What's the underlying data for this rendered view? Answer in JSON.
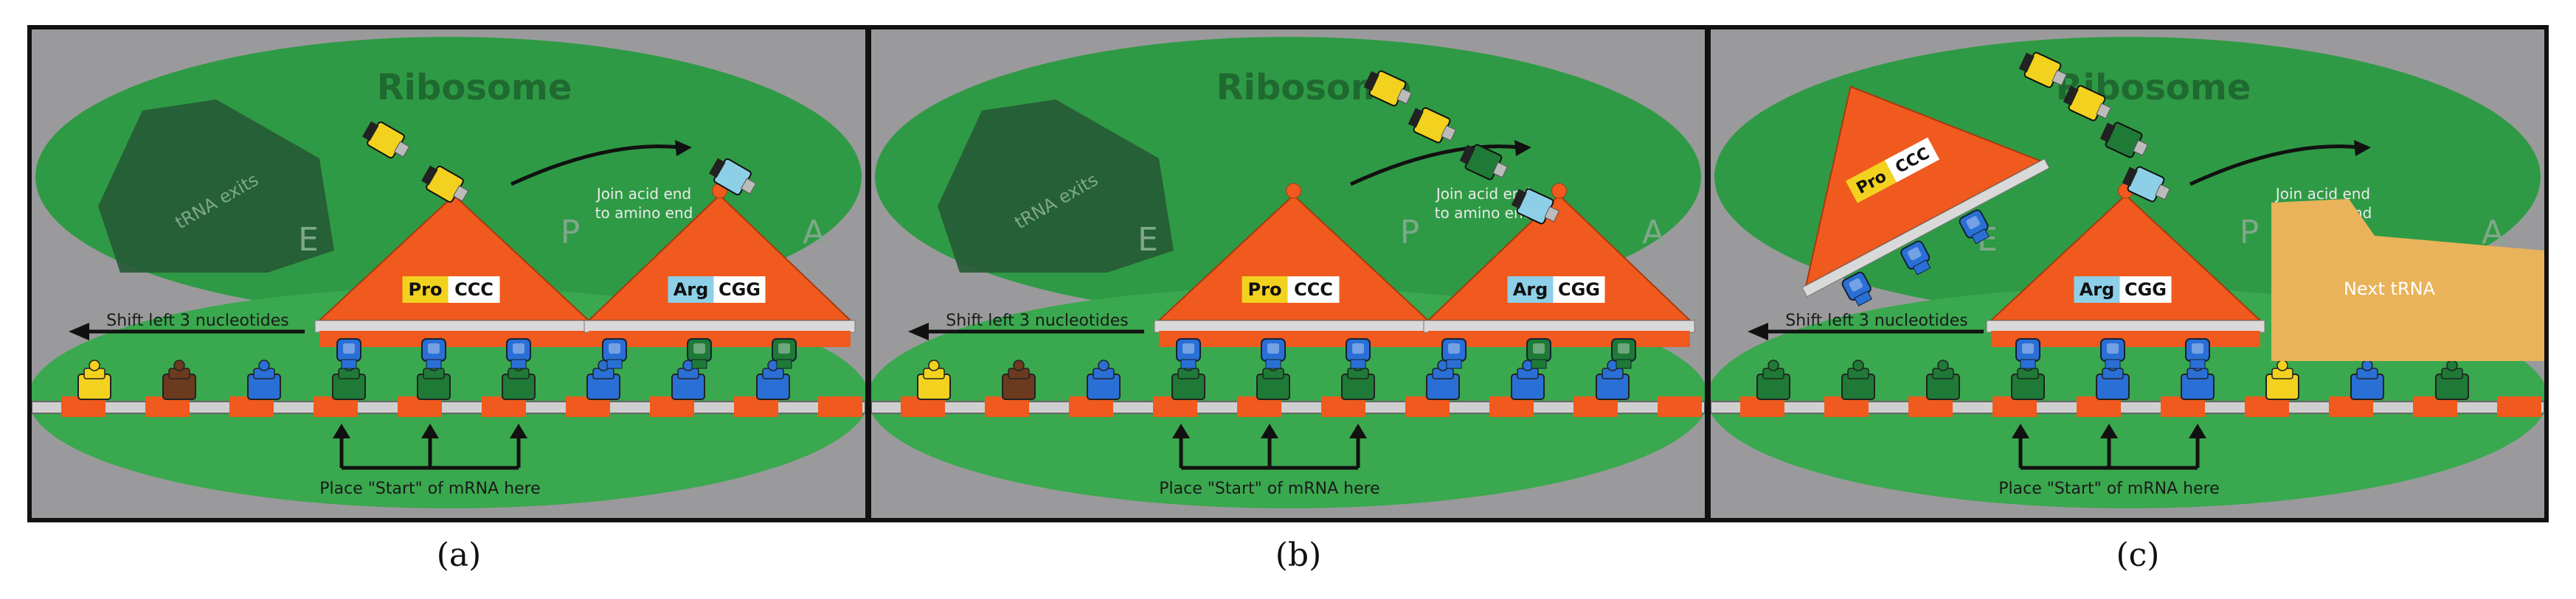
{
  "panels": [
    {
      "id": "a",
      "caption": "(a)",
      "ribosome": "Ribosome",
      "trna_exits": "tRNA exits",
      "site_e": "E",
      "site_p": "P",
      "site_a": "A",
      "join_text_1": "Join acid end",
      "join_text_2": "to amino end",
      "shift_text": "Shift left 3 nucleotides",
      "place_text": "Place \"Start\" of mRNA here",
      "trna_left": {
        "amino": "Pro",
        "anticodon": "CCC"
      },
      "trna_right": {
        "amino": "Arg",
        "anticodon": "CGG"
      },
      "next_trna": ""
    },
    {
      "id": "b",
      "caption": "(b)",
      "ribosome": "Ribosome",
      "trna_exits": "tRNA exits",
      "site_e": "E",
      "site_p": "P",
      "site_a": "A",
      "join_text_1": "Join acid end",
      "join_text_2": "to amino end",
      "shift_text": "Shift left 3 nucleotides",
      "place_text": "Place \"Start\" of mRNA here",
      "trna_left": {
        "amino": "Pro",
        "anticodon": "CCC"
      },
      "trna_right": {
        "amino": "Arg",
        "anticodon": "CGG"
      },
      "next_trna": ""
    },
    {
      "id": "c",
      "caption": "(c)",
      "ribosome": "Ribosome",
      "trna_exits": "",
      "site_e": "E",
      "site_p": "P",
      "site_a": "A",
      "join_text_1": "Join acid end",
      "join_text_2": "to amino end",
      "shift_text": "Shift left 3 nucleotides",
      "place_text": "Place \"Start\" of mRNA here",
      "trna_left": {
        "amino": "Pro",
        "anticodon": "CCC"
      },
      "trna_right": {
        "amino": "Arg",
        "anticodon": "CGG"
      },
      "next_trna": "Next tRNA"
    }
  ],
  "colors": {
    "background": "#9a9a9c",
    "ribosome_green": "#2f9a45",
    "lower_green": "#3aa84e",
    "orange": "#f05a1e",
    "yellow": "#f2d21e",
    "light_blue": "#8ecfe8",
    "blue": "#2a6fd6",
    "dark_green": "#1e7a36",
    "brown": "#6b3a1f",
    "next_trna": "#e9b35a"
  }
}
